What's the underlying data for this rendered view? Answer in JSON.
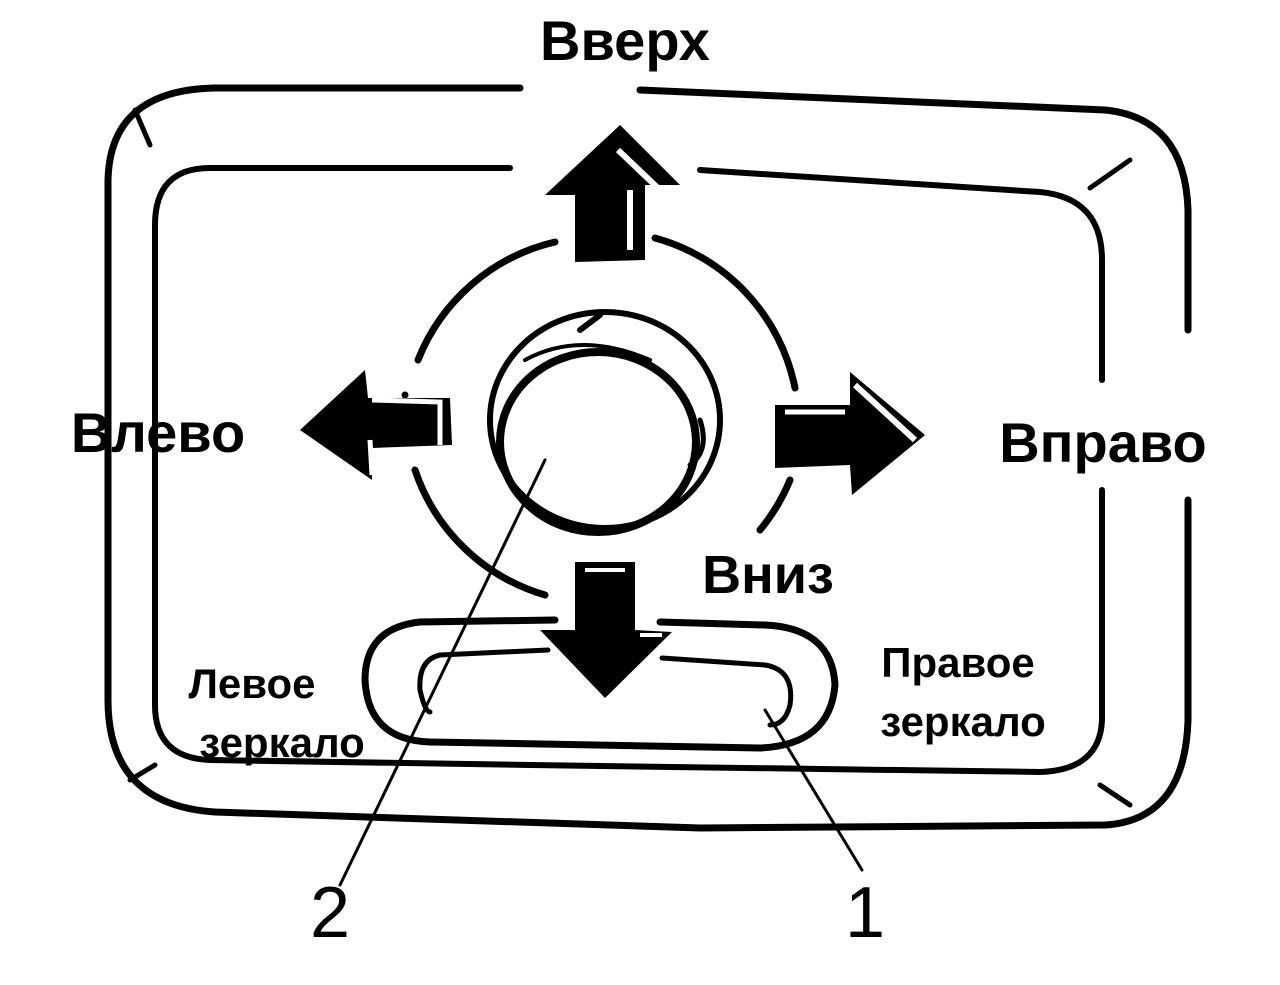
{
  "labels": {
    "up": "Вверх",
    "left": "Влево",
    "right": "Вправо",
    "down": "Вниз",
    "left_mirror_line1": "Левое",
    "left_mirror_line2": "зеркало",
    "right_mirror_line1": "Правое",
    "right_mirror_line2": "зеркало"
  },
  "callouts": {
    "switch_callout": "1",
    "knob_callout": "2"
  },
  "colors": {
    "ink": "#000000",
    "paper": "#ffffff"
  }
}
